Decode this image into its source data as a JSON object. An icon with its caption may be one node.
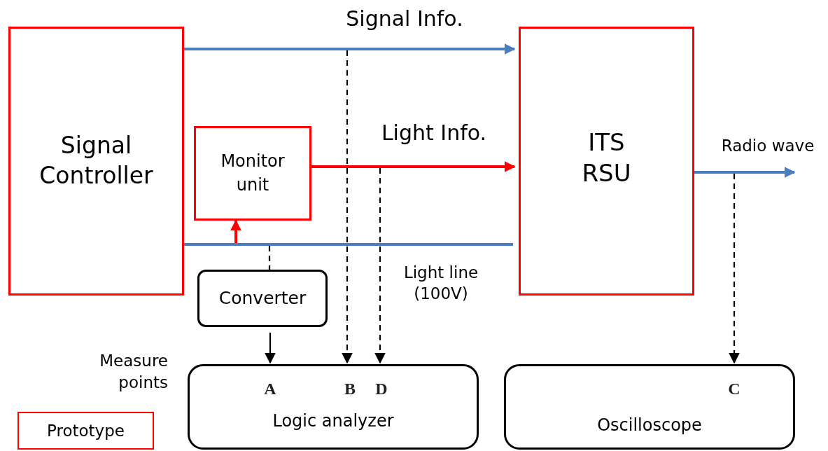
{
  "diagram": {
    "nodes": [
      {
        "text": [
          "Signal Controller"
        ]
      },
      {
        "text": [
          "Monitor unit"
        ]
      },
      {
        "text": [
          "ITS RSU"
        ]
      },
      {
        "text": [
          "Converter"
        ]
      },
      {
        "text": [
          "A",
          "B",
          "D",
          "Logic analyzer"
        ]
      },
      {
        "text": [
          "C",
          "Oscilloscope"
        ]
      }
    ],
    "edges": [
      {
        "from": 0,
        "to": 2,
        "arrow": "to",
        "label": "Signal Info.",
        "color": "#4a7ebb",
        "style": "thick"
      },
      {
        "from": 1,
        "to": 2,
        "arrow": "to",
        "label": "Light Info.",
        "color": "#ff0000",
        "style": "thick"
      },
      {
        "from": 0,
        "to": 2,
        "arrow": "none",
        "label": "Light line (100V)",
        "color": "#4a7ebb",
        "style": "thick"
      },
      {
        "from": null,
        "to": 1,
        "arrow": "to",
        "color": "#ff0000",
        "style": "thick"
      },
      {
        "from": null,
        "to": 3,
        "arrow": "none",
        "style": "dashed"
      },
      {
        "from": 3,
        "to": 4,
        "arrow": "to"
      },
      {
        "from": null,
        "to": 4,
        "arrow": "to",
        "style": "dashed"
      },
      {
        "from": null,
        "to": 4,
        "arrow": "to",
        "style": "dashed"
      },
      {
        "from": 2,
        "to": null,
        "arrow": "to",
        "label": "Radio wave",
        "color": "#4a7ebb",
        "style": "thick"
      },
      {
        "from": null,
        "to": 5,
        "arrow": "to",
        "style": "dashed"
      }
    ],
    "labels": [
      "Measure points"
    ],
    "legend": [
      {
        "text": "Prototype"
      }
    ]
  }
}
